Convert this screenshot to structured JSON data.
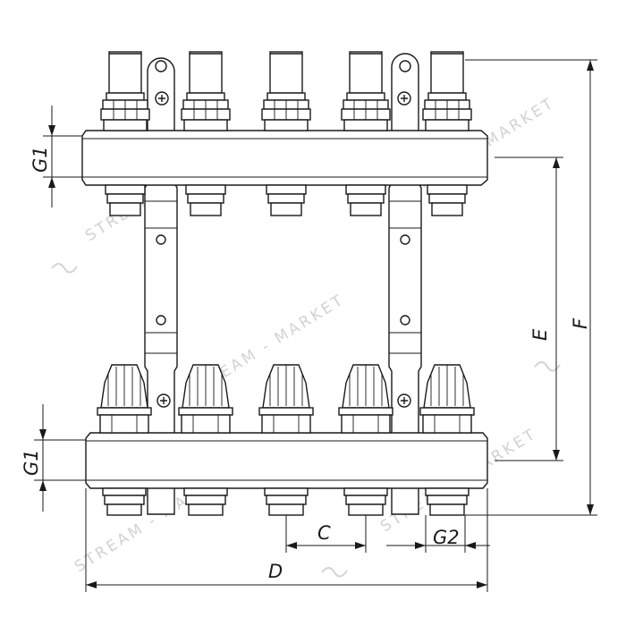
{
  "dimensions": {
    "g1_top": "G1",
    "g1_bottom": "G1",
    "c": "C",
    "g2": "G2",
    "d": "D",
    "e": "E",
    "f": "F"
  },
  "watermark": {
    "text": "STREAM - MARKET"
  }
}
